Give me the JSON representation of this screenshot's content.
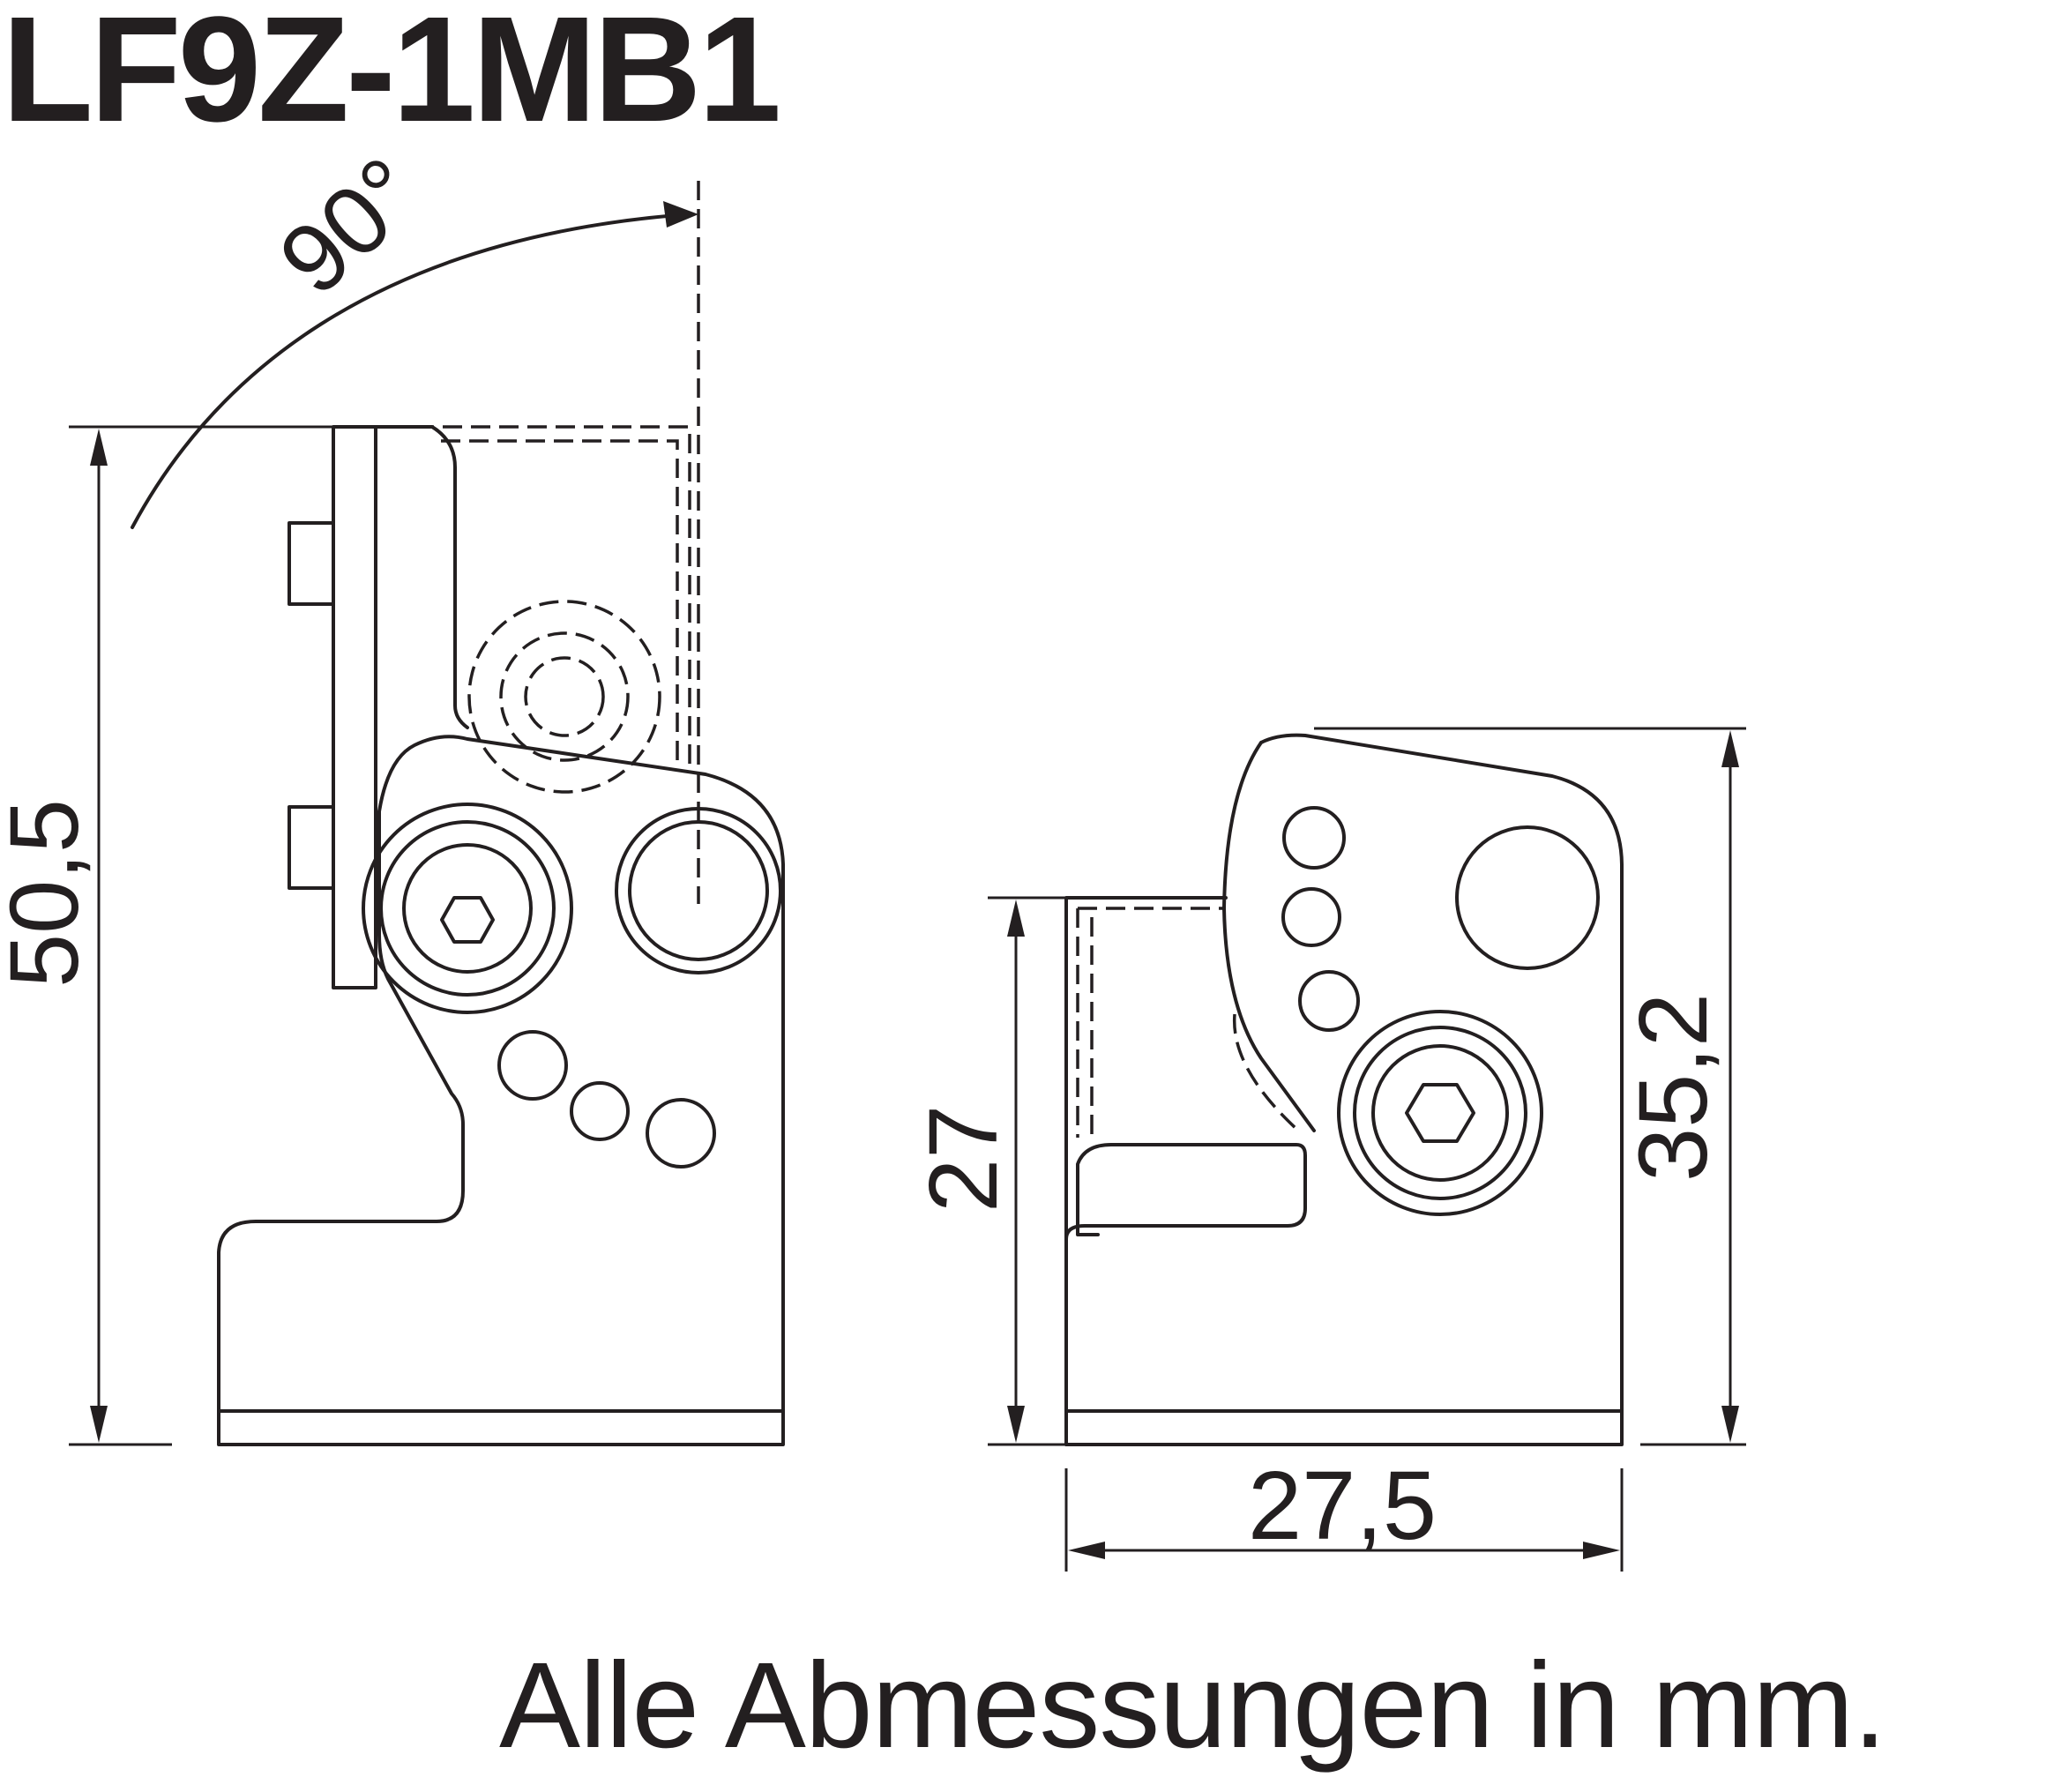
{
  "title": "LF9Z-1MB1",
  "footer_note": "Alle Abmessungen in mm.",
  "dimensions": {
    "total_height": "50,5",
    "rotation_angle": "90°",
    "right_height": "35,2",
    "base_height": "27",
    "width": "27,5"
  }
}
